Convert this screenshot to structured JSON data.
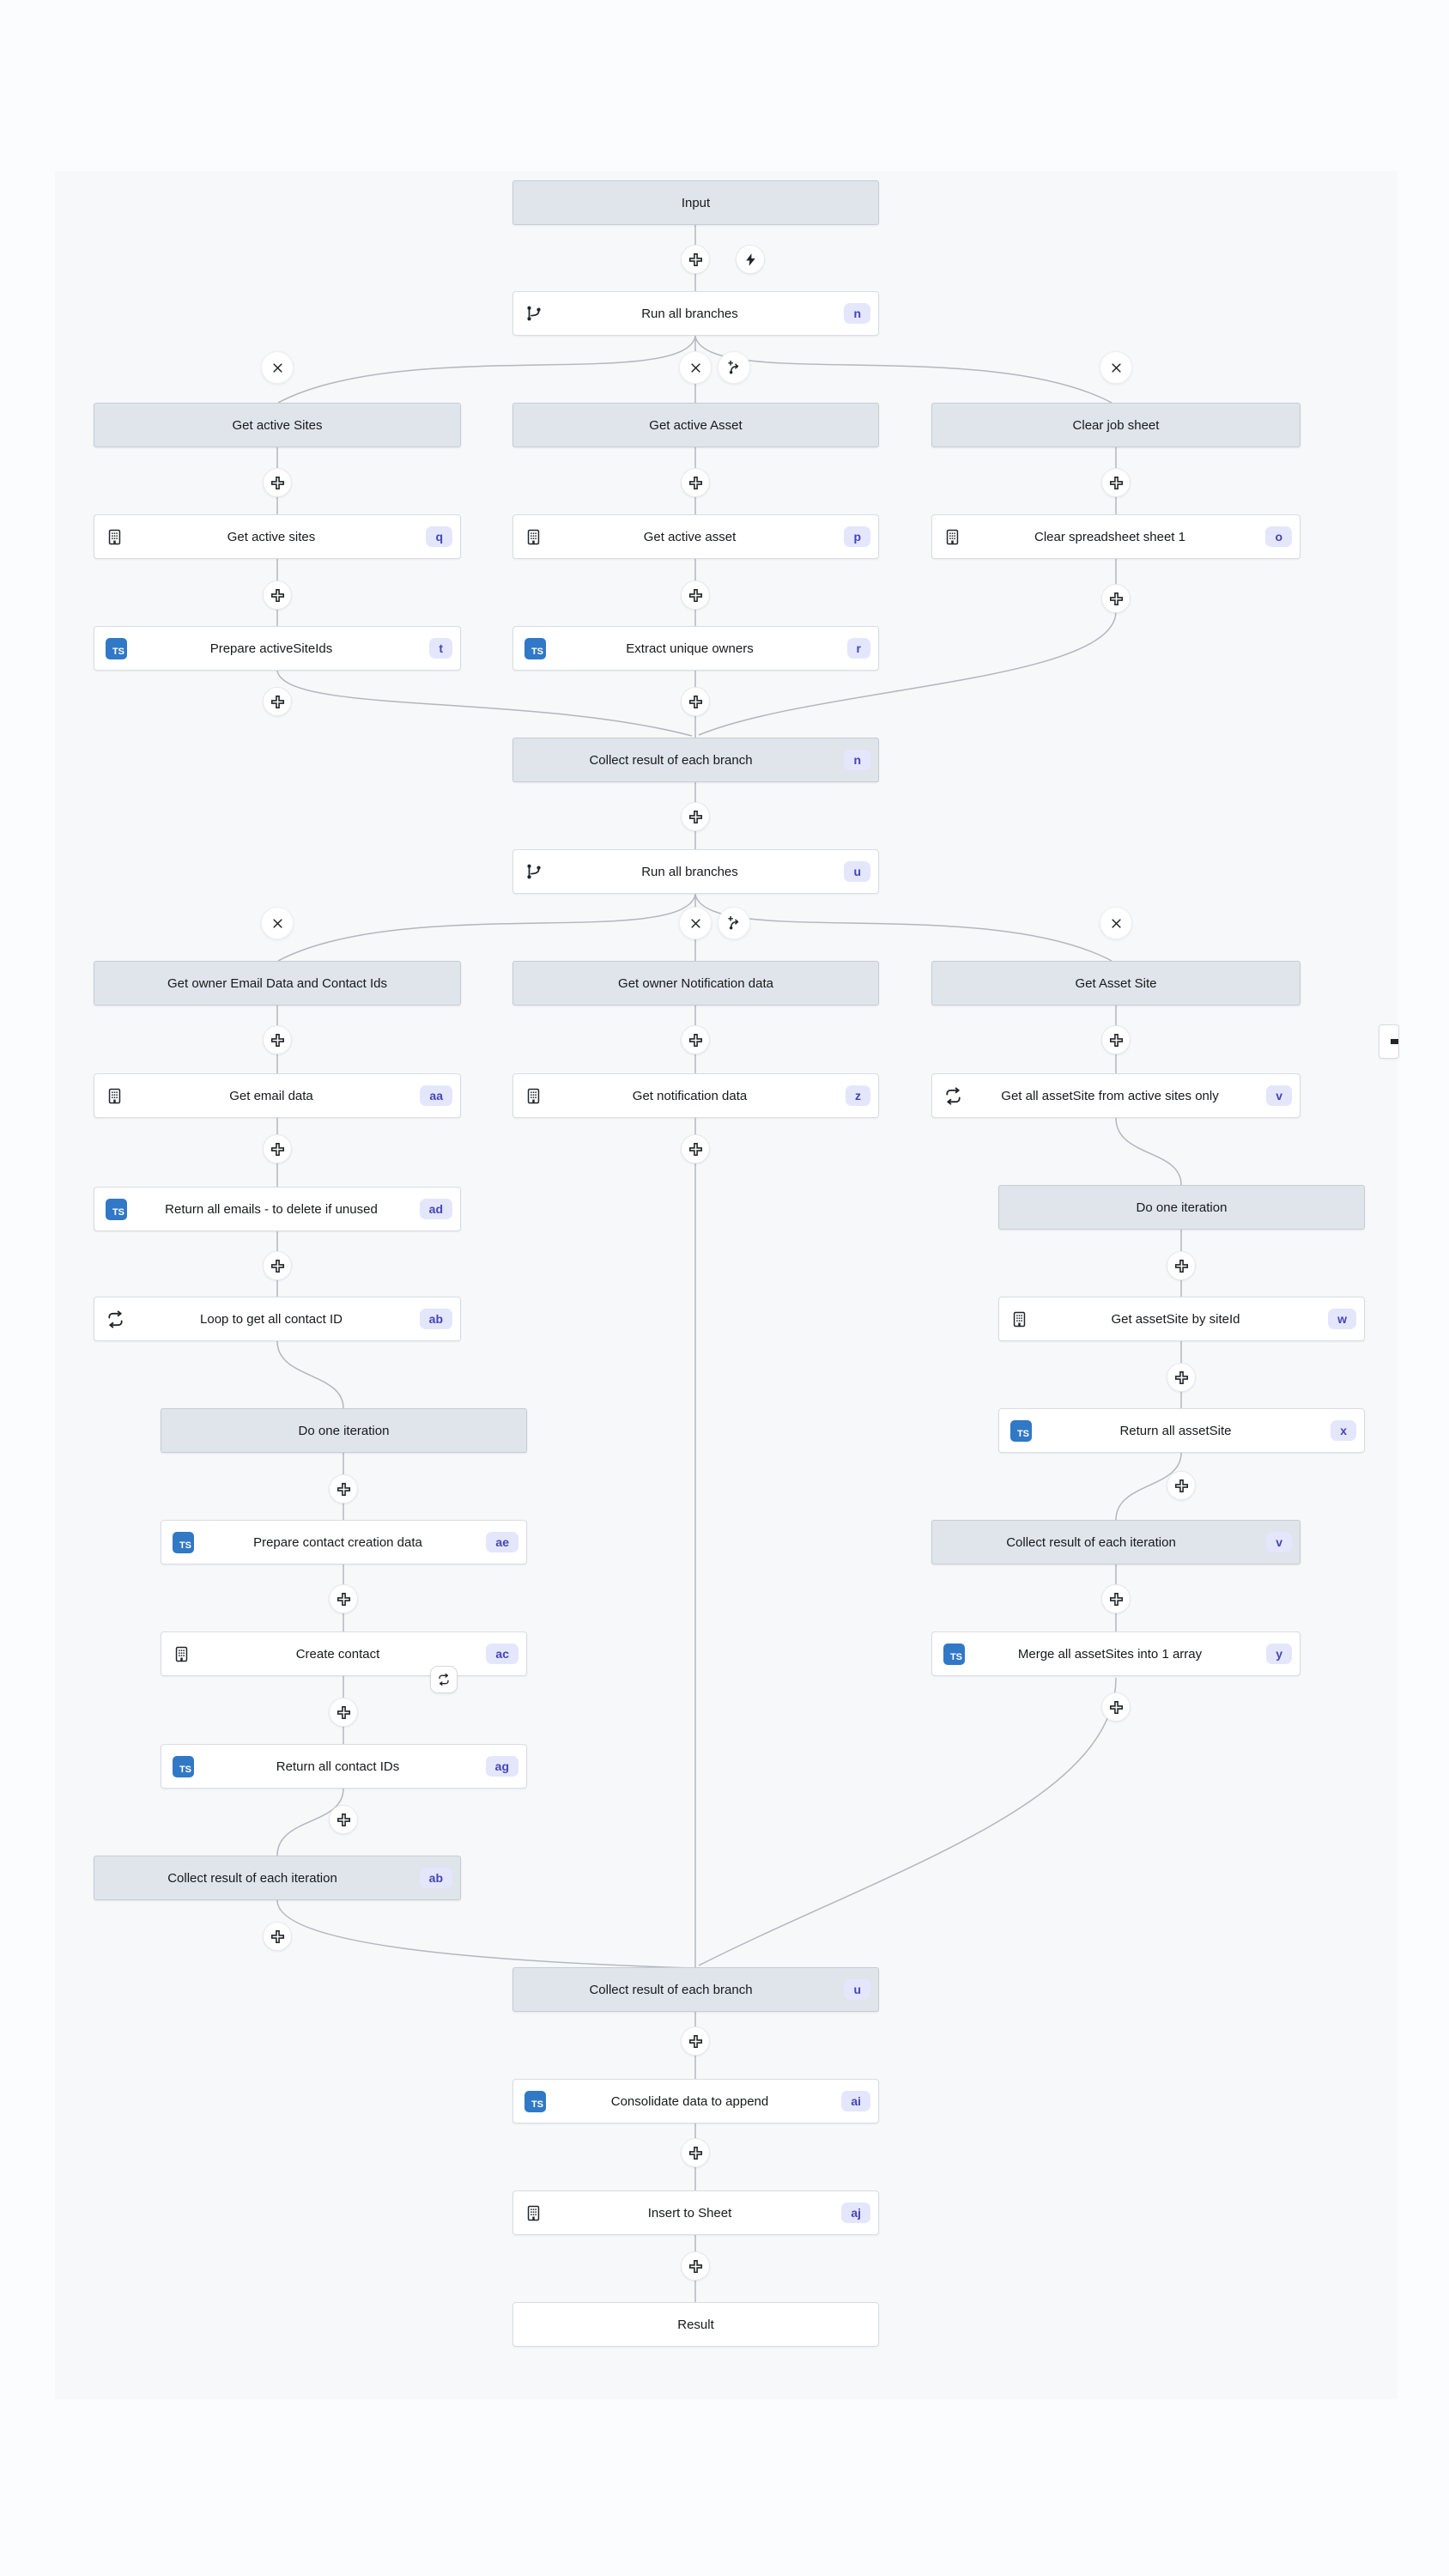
{
  "colors": {
    "page_bg": "#fbfcfe",
    "canvas_bg": "#f7f8fa",
    "node_gray_bg": "#dfe5ea",
    "node_gray_border": "#c5cdd5",
    "node_white_bg": "#ffffff",
    "node_white_border": "#d9dce1",
    "badge_bg": "#e4e6fc",
    "badge_text": "#4544b5",
    "ts_icon_bg": "#3178c6",
    "wire": "#b2b7bd",
    "icon_ink": "#222528"
  },
  "nodes": [
    {
      "id": "input",
      "kind": "header",
      "icon": null,
      "label": "Input",
      "badge": null
    },
    {
      "id": "run-all-branches-1",
      "kind": "white",
      "icon": "branch",
      "label": "Run all branches",
      "badge": "n"
    },
    {
      "id": "hdr-get-active-sites",
      "kind": "header",
      "icon": null,
      "label": "Get active Sites",
      "badge": null
    },
    {
      "id": "hdr-get-active-asset",
      "kind": "header",
      "icon": null,
      "label": "Get active Asset",
      "badge": null
    },
    {
      "id": "hdr-clear-job-sheet",
      "kind": "header",
      "icon": null,
      "label": "Clear job sheet",
      "badge": null
    },
    {
      "id": "get-active-sites",
      "kind": "white",
      "icon": "resource",
      "label": "Get active sites",
      "badge": "q"
    },
    {
      "id": "get-active-asset",
      "kind": "white",
      "icon": "resource",
      "label": "Get active asset",
      "badge": "p"
    },
    {
      "id": "clear-spreadsheet-sheet-1",
      "kind": "white",
      "icon": "resource",
      "label": "Clear spreadsheet sheet 1",
      "badge": "o"
    },
    {
      "id": "prepare-activesiteids",
      "kind": "white",
      "icon": "ts",
      "label": "Prepare activeSiteIds",
      "badge": "t"
    },
    {
      "id": "extract-unique-owners",
      "kind": "white",
      "icon": "ts",
      "label": "Extract unique owners",
      "badge": "r"
    },
    {
      "id": "collect-branch-n",
      "kind": "collect",
      "icon": null,
      "label": "Collect result of each branch",
      "badge": "n"
    },
    {
      "id": "run-all-branches-2",
      "kind": "white",
      "icon": "branch",
      "label": "Run all branches",
      "badge": "u"
    },
    {
      "id": "hdr-get-owner-email",
      "kind": "header",
      "icon": null,
      "label": "Get owner Email Data and Contact Ids",
      "badge": null
    },
    {
      "id": "hdr-get-owner-notification",
      "kind": "header",
      "icon": null,
      "label": "Get owner Notification data",
      "badge": null
    },
    {
      "id": "hdr-get-asset-site",
      "kind": "header",
      "icon": null,
      "label": "Get Asset Site",
      "badge": null
    },
    {
      "id": "get-email-data",
      "kind": "white",
      "icon": "resource",
      "label": "Get email data",
      "badge": "aa"
    },
    {
      "id": "get-notification-data",
      "kind": "white",
      "icon": "resource",
      "label": "Get notification data",
      "badge": "z"
    },
    {
      "id": "get-all-assetsite",
      "kind": "white",
      "icon": "loop",
      "label": "Get all assetSite from active sites only",
      "badge": "v"
    },
    {
      "id": "return-all-emails",
      "kind": "white",
      "icon": "ts",
      "label": "Return all emails - to delete if unused",
      "badge": "ad"
    },
    {
      "id": "hdr-do-one-iteration-right",
      "kind": "header",
      "icon": null,
      "label": "Do one iteration",
      "badge": null
    },
    {
      "id": "loop-get-all-contact-id",
      "kind": "white",
      "icon": "loop",
      "label": "Loop to get all contact ID",
      "badge": "ab"
    },
    {
      "id": "get-assetsite-by-siteid",
      "kind": "white",
      "icon": "resource",
      "label": "Get assetSite by siteId",
      "badge": "w"
    },
    {
      "id": "hdr-do-one-iteration-left",
      "kind": "header",
      "icon": null,
      "label": "Do one iteration",
      "badge": null
    },
    {
      "id": "return-all-assetsite",
      "kind": "white",
      "icon": "ts",
      "label": "Return all assetSite",
      "badge": "x"
    },
    {
      "id": "prepare-contact-creation-data",
      "kind": "white",
      "icon": "ts",
      "label": "Prepare contact creation data",
      "badge": "ae"
    },
    {
      "id": "collect-iteration-v",
      "kind": "collect",
      "icon": null,
      "label": "Collect result of each iteration",
      "badge": "v"
    },
    {
      "id": "create-contact",
      "kind": "white",
      "icon": "resource",
      "label": "Create contact",
      "badge": "ac"
    },
    {
      "id": "merge-all-assetsites",
      "kind": "white",
      "icon": "ts",
      "label": "Merge all assetSites into 1 array",
      "badge": "y"
    },
    {
      "id": "return-all-contact-ids",
      "kind": "white",
      "icon": "ts",
      "label": "Return all contact IDs",
      "badge": "ag"
    },
    {
      "id": "collect-iteration-ab",
      "kind": "collect",
      "icon": null,
      "label": "Collect result of each iteration",
      "badge": "ab"
    },
    {
      "id": "collect-branch-u",
      "kind": "collect",
      "icon": null,
      "label": "Collect result of each branch",
      "badge": "u"
    },
    {
      "id": "consolidate-data-to-append",
      "kind": "white",
      "icon": "ts",
      "label": "Consolidate data to append",
      "badge": "ai"
    },
    {
      "id": "insert-to-sheet",
      "kind": "white",
      "icon": "resource",
      "label": "Insert to Sheet",
      "badge": "aj"
    },
    {
      "id": "result",
      "kind": "plain",
      "icon": null,
      "label": "Result",
      "badge": null
    },
    {
      "id": "edge-partial-node",
      "kind": "partial",
      "icon": "dash",
      "label": "",
      "badge": null
    }
  ],
  "controls": [
    {
      "id": "plus-trigger",
      "icon": "plus"
    },
    {
      "id": "bolt-trigger",
      "icon": "bolt"
    },
    {
      "id": "x-branch1-left",
      "icon": "x"
    },
    {
      "id": "x-branch1-mid",
      "icon": "x"
    },
    {
      "id": "addbranch-1",
      "icon": "addbranch"
    },
    {
      "id": "x-branch1-right",
      "icon": "x"
    },
    {
      "id": "plus-sites-1",
      "icon": "plus"
    },
    {
      "id": "plus-asset-1",
      "icon": "plus"
    },
    {
      "id": "plus-clear-1",
      "icon": "plus"
    },
    {
      "id": "plus-sites-2",
      "icon": "plus"
    },
    {
      "id": "plus-asset-2",
      "icon": "plus"
    },
    {
      "id": "plus-clear-2",
      "icon": "plus"
    },
    {
      "id": "plus-sites-3",
      "icon": "plus"
    },
    {
      "id": "plus-asset-3",
      "icon": "plus"
    },
    {
      "id": "plus-collect-n",
      "icon": "plus"
    },
    {
      "id": "x-branch2-left",
      "icon": "x"
    },
    {
      "id": "x-branch2-mid",
      "icon": "x"
    },
    {
      "id": "addbranch-2",
      "icon": "addbranch"
    },
    {
      "id": "x-branch2-right",
      "icon": "x"
    },
    {
      "id": "plus-email-1",
      "icon": "plus"
    },
    {
      "id": "plus-notif-1",
      "icon": "plus"
    },
    {
      "id": "plus-assetsite-1",
      "icon": "plus"
    },
    {
      "id": "plus-email-2",
      "icon": "plus"
    },
    {
      "id": "plus-notif-2",
      "icon": "plus"
    },
    {
      "id": "plus-email-3",
      "icon": "plus"
    },
    {
      "id": "plus-doone-right",
      "icon": "plus"
    },
    {
      "id": "plus-w",
      "icon": "plus"
    },
    {
      "id": "plus-doone-left",
      "icon": "plus"
    },
    {
      "id": "plus-x-node",
      "icon": "plus"
    },
    {
      "id": "plus-ae",
      "icon": "plus"
    },
    {
      "id": "plus-collect-v",
      "icon": "plus"
    },
    {
      "id": "plus-ac",
      "icon": "plus"
    },
    {
      "id": "plus-y",
      "icon": "plus"
    },
    {
      "id": "plus-ag",
      "icon": "plus"
    },
    {
      "id": "plus-collect-ab",
      "icon": "plus"
    },
    {
      "id": "plus-collect-u",
      "icon": "plus"
    },
    {
      "id": "plus-ai",
      "icon": "plus"
    },
    {
      "id": "plus-aj",
      "icon": "plus"
    },
    {
      "id": "loop-button-create-contact",
      "icon": "loopsm"
    }
  ]
}
